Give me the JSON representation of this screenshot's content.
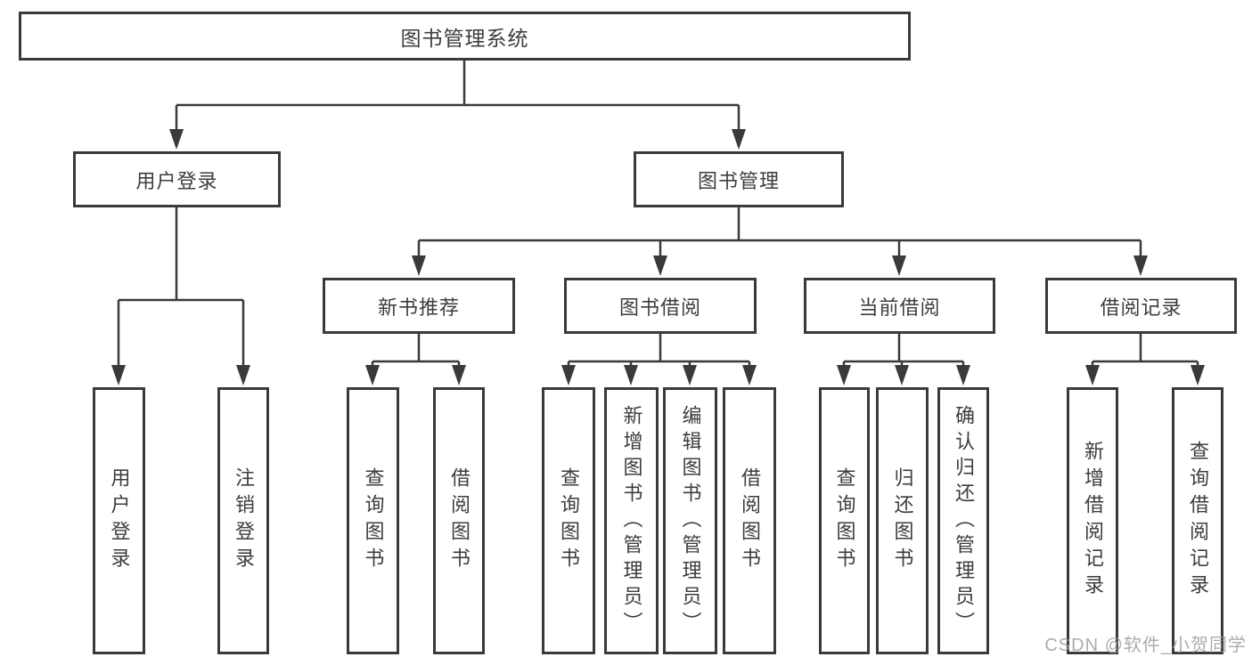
{
  "diagram": {
    "type": "hierarchy-tree",
    "colors": {
      "line": "#3a3a3a",
      "text": "#3d3d3d",
      "box_fill": "#ffffff",
      "watermark": "#9e9e9e"
    }
  },
  "tree": {
    "root": {
      "label": "图书管理系统"
    },
    "level2": [
      {
        "label": "用户登录"
      },
      {
        "label": "图书管理"
      }
    ],
    "level3": [
      {
        "label": "新书推荐",
        "parent": "图书管理"
      },
      {
        "label": "图书借阅",
        "parent": "图书管理"
      },
      {
        "label": "当前借阅",
        "parent": "图书管理"
      },
      {
        "label": "借阅记录",
        "parent": "图书管理"
      }
    ],
    "leaves": [
      {
        "label": "用户登录",
        "parent": "用户登录"
      },
      {
        "label": "注销登录",
        "parent": "用户登录"
      },
      {
        "label": "查询图书",
        "parent": "新书推荐"
      },
      {
        "label": "借阅图书",
        "parent": "新书推荐"
      },
      {
        "label": "查询图书",
        "parent": "图书借阅"
      },
      {
        "label": "新增图书（管理员）",
        "parent": "图书借阅"
      },
      {
        "label": "编辑图书（管理员）",
        "parent": "图书借阅"
      },
      {
        "label": "借阅图书",
        "parent": "图书借阅"
      },
      {
        "label": "查询图书",
        "parent": "当前借阅"
      },
      {
        "label": "归还图书",
        "parent": "当前借阅"
      },
      {
        "label": "确认归还（管理员）",
        "parent": "当前借阅"
      },
      {
        "label": "新增借阅记录",
        "parent": "借阅记录"
      },
      {
        "label": "查询借阅记录",
        "parent": "借阅记录"
      }
    ]
  },
  "watermark": {
    "text": "CSDN @软件_小贺同学"
  }
}
